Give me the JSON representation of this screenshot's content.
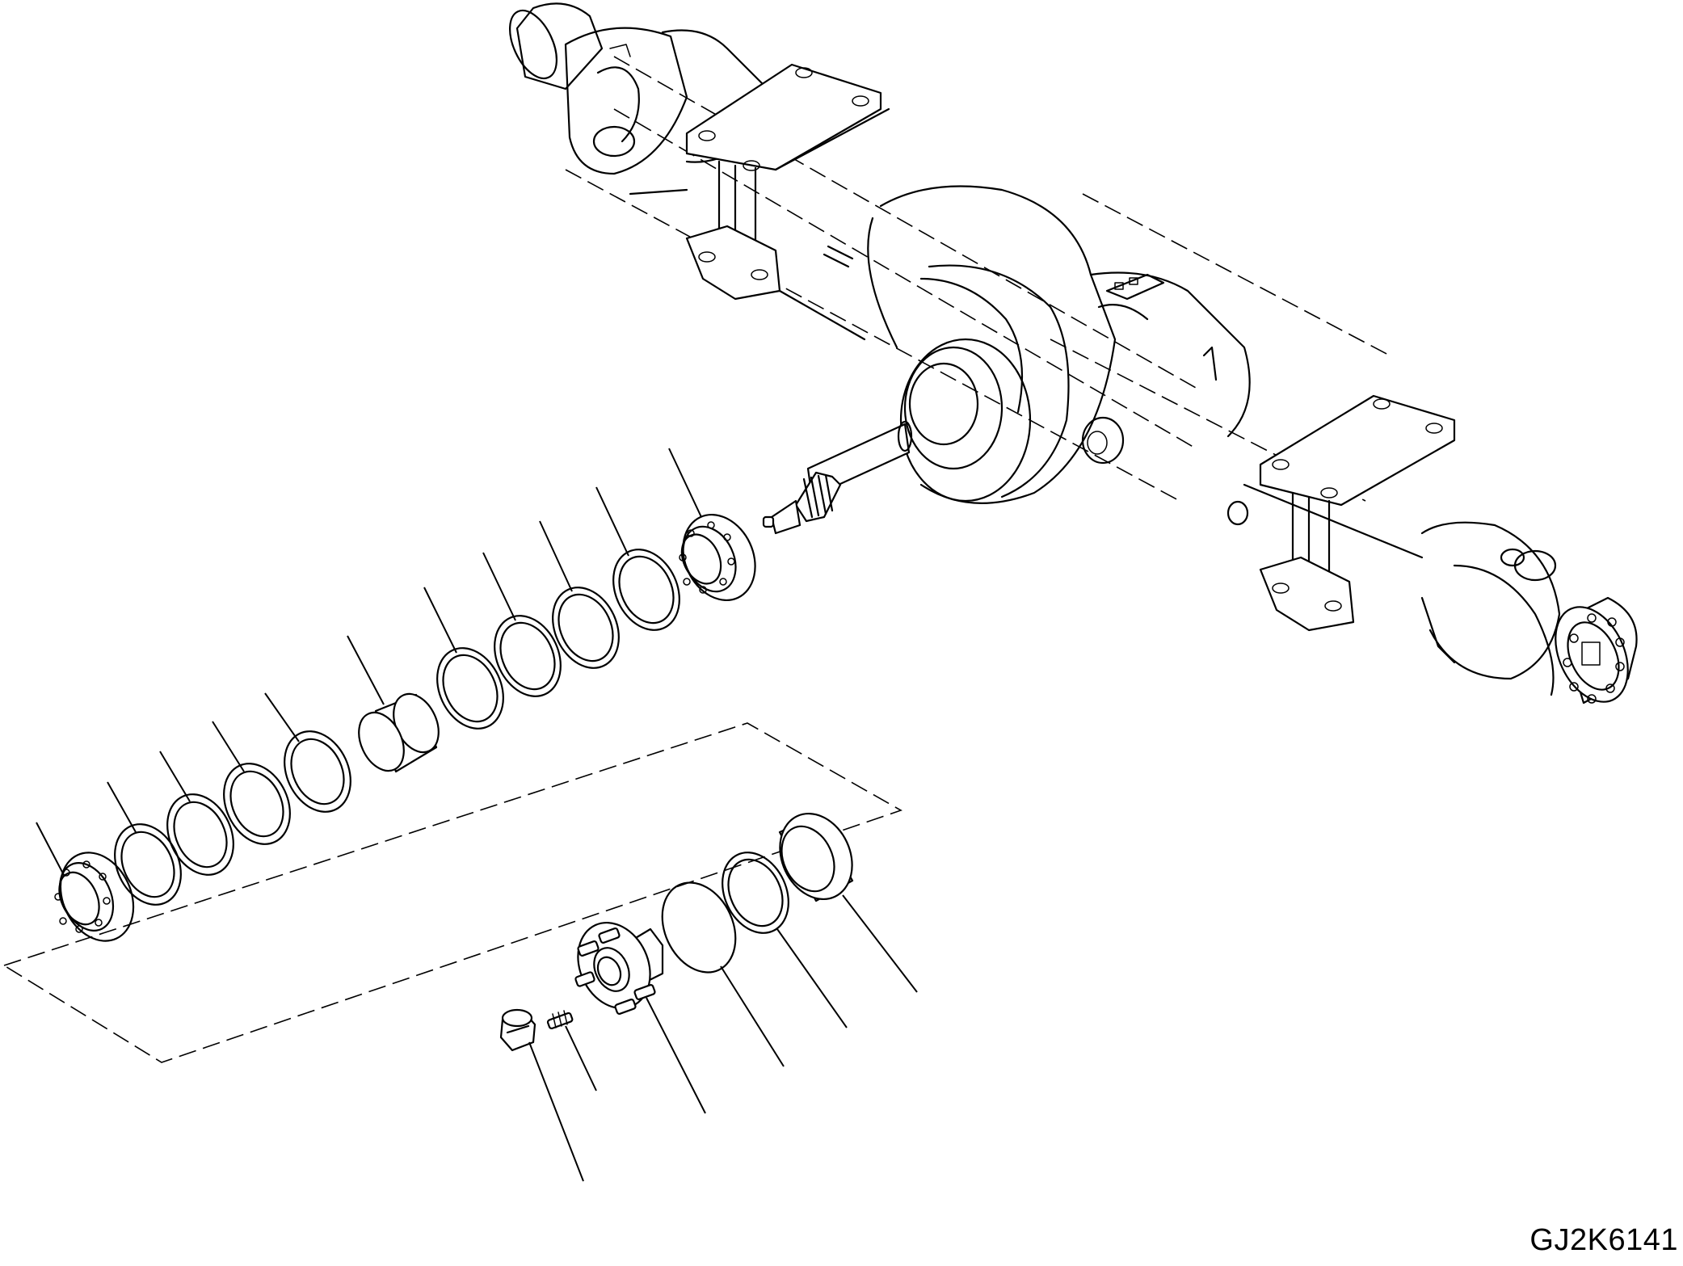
{
  "drawing": {
    "code": "GJ2K6141"
  },
  "parts": [
    {
      "id": "bearing-outer"
    },
    {
      "id": "shim-1"
    },
    {
      "id": "shim-2"
    },
    {
      "id": "shim-3"
    },
    {
      "id": "shim-4"
    },
    {
      "id": "spacer-sleeve"
    },
    {
      "id": "shim-5"
    },
    {
      "id": "shim-6"
    },
    {
      "id": "shim-7"
    },
    {
      "id": "shim-8"
    },
    {
      "id": "bearing-inner"
    },
    {
      "id": "plug"
    },
    {
      "id": "stud"
    },
    {
      "id": "flange-coupling"
    },
    {
      "id": "washer"
    },
    {
      "id": "o-ring"
    },
    {
      "id": "oil-seal"
    }
  ],
  "colors": {
    "line": "#000000",
    "background": "#ffffff"
  }
}
